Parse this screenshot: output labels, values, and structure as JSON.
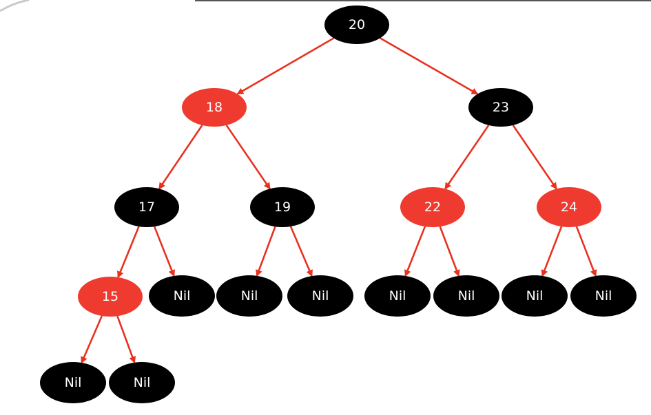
{
  "colors": {
    "black_node": "#000000",
    "red_node": "#ef3b2f",
    "edge": "#e8311f",
    "label": "#ffffff",
    "top_rule": "#555555"
  },
  "nodes": [
    {
      "id": "n20",
      "label": "20",
      "color": "black"
    },
    {
      "id": "n18",
      "label": "18",
      "color": "red"
    },
    {
      "id": "n23",
      "label": "23",
      "color": "black"
    },
    {
      "id": "n17",
      "label": "17",
      "color": "black"
    },
    {
      "id": "n19",
      "label": "19",
      "color": "black"
    },
    {
      "id": "n22",
      "label": "22",
      "color": "red"
    },
    {
      "id": "n24",
      "label": "24",
      "color": "red"
    },
    {
      "id": "n15",
      "label": "15",
      "color": "red"
    },
    {
      "id": "nil17r",
      "label": "Nil",
      "color": "black"
    },
    {
      "id": "nil19l",
      "label": "Nil",
      "color": "black"
    },
    {
      "id": "nil19r",
      "label": "Nil",
      "color": "black"
    },
    {
      "id": "nil22l",
      "label": "Nil",
      "color": "black"
    },
    {
      "id": "nil22r",
      "label": "Nil",
      "color": "black"
    },
    {
      "id": "nil24l",
      "label": "Nil",
      "color": "black"
    },
    {
      "id": "nil24r",
      "label": "Nil",
      "color": "black"
    },
    {
      "id": "nil15l",
      "label": "Nil",
      "color": "black"
    },
    {
      "id": "nil15r",
      "label": "Nil",
      "color": "black"
    }
  ],
  "edges": [
    {
      "from": "n20",
      "to": "n18"
    },
    {
      "from": "n20",
      "to": "n23"
    },
    {
      "from": "n18",
      "to": "n17"
    },
    {
      "from": "n18",
      "to": "n19"
    },
    {
      "from": "n23",
      "to": "n22"
    },
    {
      "from": "n23",
      "to": "n24"
    },
    {
      "from": "n17",
      "to": "n15"
    },
    {
      "from": "n17",
      "to": "nil17r"
    },
    {
      "from": "n19",
      "to": "nil19l"
    },
    {
      "from": "n19",
      "to": "nil19r"
    },
    {
      "from": "n22",
      "to": "nil22l"
    },
    {
      "from": "n22",
      "to": "nil22r"
    },
    {
      "from": "n24",
      "to": "nil24l"
    },
    {
      "from": "n24",
      "to": "nil24r"
    },
    {
      "from": "n15",
      "to": "nil15l"
    },
    {
      "from": "n15",
      "to": "nil15r"
    }
  ]
}
